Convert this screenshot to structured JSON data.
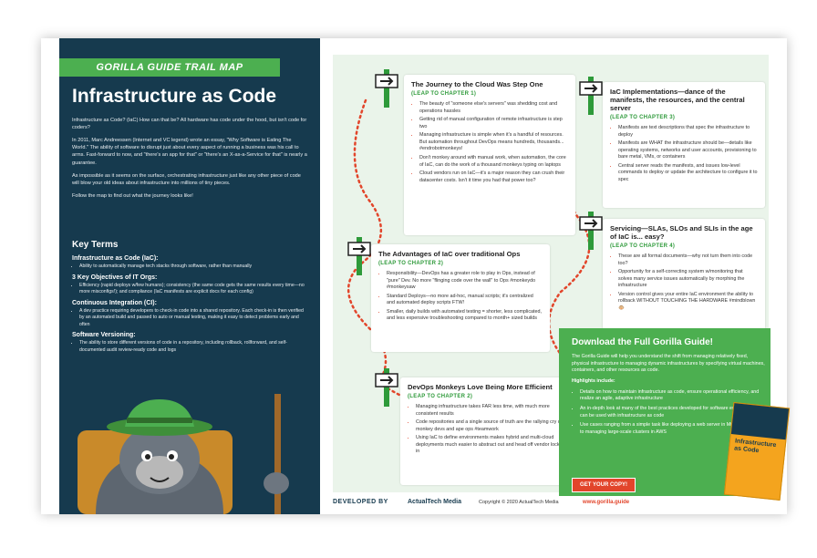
{
  "banner": "GORILLA GUIDE TRAIL MAP",
  "title": "Infrastructure as Code",
  "intro": [
    "Infrastructure as Code? (IaC) How can that be? All hardware has code under the hood, but isn't code for coders?",
    "In 2011, Marc Andreessen (Internet and VC legend) wrote an essay, \"Why Software is Eating The World.\" The ability of software to disrupt just about every aspect of running a business was his call to arms. Fast-forward to now, and \"there's an app for that\" or \"there's an X-as-a-Service for that\" is nearly a guarantee.",
    "As impossible as it seems on the surface, orchestrating infrastructure just like any other piece of code will blow your old ideas about infrastructure into millions of tiny pieces.",
    "Follow the map to find out what the journey looks like!"
  ],
  "key_terms": {
    "title": "Key Terms",
    "items": [
      {
        "heading": "Infrastructure as Code (IaC):",
        "text": "Ability to automatically manage tech stacks through software, rather than manually"
      },
      {
        "heading": "3 Key Objectives of IT Orgs:",
        "text": "Efficiency (rapid deploys w/few humans); consistency (the same code gets the same results every time—no more misconfigs!); and compliance (IaC manifests are explicit docs for each config)"
      },
      {
        "heading": "Continuous Integration (CI):",
        "text": "A dev practice requiring developers to check-in code into a shared repository. Each check-in is then verified by an automated build and passed to auto or manual testing, making it easy to detect problems early and often"
      },
      {
        "heading": "Software Versioning:",
        "text": "The ability to store different versions of code in a repository, including rollback, rollforward, and self-documented audit review-ready code and logs"
      }
    ]
  },
  "cards": {
    "c1": {
      "title": "The Journey to the Cloud Was Step One",
      "leap": "(LEAP TO CHAPTER 1)",
      "bullets": [
        "The beauty of \"someone else's servers\" was shedding cost and operations hassles",
        "Getting rid of manual configuration of remote infrastructure is step two",
        "Managing infrastructure is simple when it's a handful of resources. But automation throughout DevOps means hundreds, thousands... #endrobotmonkeys!",
        "Don't monkey around with manual work, when automation, the core of IaC, can do the work of a thousand monkeys typing on laptops",
        "Cloud vendors run on IaC—it's a major reason they can crush their datacenter costs. Isn't it time you had that power too?"
      ]
    },
    "c2": {
      "title": "The Advantages of IaC over traditional Ops",
      "leap": "(LEAP TO CHAPTER 2)",
      "bullets": [
        "Responsibility—DevOps has a greater role to play in Ops, instead of \"pure\" Dev. No more \"flinging code over the wall\" to Ops #monkeydo #monkeysaw",
        "Standard Deploys—no more ad-hoc, manual scripts; it's centralized and automated deploy scripts FTW!",
        "Smaller, daily builds with automated testing = shorter, less complicated, and less expensive troubleshooting compared to month+ sized builds"
      ]
    },
    "c3": {
      "title": "DevOps Monkeys Love Being More Efficient",
      "leap": "(LEAP TO CHAPTER 2)",
      "bullets": [
        "Managing infrastructure takes FAR less time, with much more consistent results",
        "Code repositories and a single source of truth are the rallying cry of monkey devs and ape ops #teamwork",
        "Using IaC to define environments makes hybrid and multi-cloud deployments much easier to abstract out and head off vendor lock-in"
      ]
    },
    "c4": {
      "title": "IaC Implementations—dance of the manifests, the resources, and the central server",
      "leap": "(LEAP TO CHAPTER 3)",
      "bullets": [
        "Manifests are text descriptions that spec the infrastructure to deploy",
        "Manifests are WHAT the infrastructure should be—details like operating systems, networks and user accounts, provisioning to bare metal, VMs, or containers",
        "Central server reads the manifests, and issues low-level commands to deploy or update the architecture to configure it to spec"
      ]
    },
    "c5": {
      "title": "Servicing—SLAs, SLOs and SLIs in the age of IaC is... easy?",
      "leap": "(LEAP TO CHAPTER 4)",
      "bullets": [
        "These are all formal documents—why not turn them into code too?",
        "Opportunity for a self-correcting system w/monitoring that solves many service issues automatically by morphing the infrastructure",
        "Version control gives your entire IaC environment the ability to rollback WITHOUT TOUCHING THE HARDWARE #mindblown 🐵"
      ]
    }
  },
  "download": {
    "title": "Download the Full Gorilla Guide!",
    "body": "The Gorilla Guide will help you understand the shift from managing relatively fixed, physical infrastructure to managing dynamic infrastructures by specifying virtual machines, containers, and other resources as code.",
    "highlights_label": "Highlights include:",
    "highlights": [
      "Details on how to maintain infrastructure as code, ensure operational efficiency, and realize an agile, adaptive infrastructure",
      "An in-depth look at many of the best practices developed for software engineering that can be used with infrastructure as code",
      "Use cases ranging from a simple task like deploying a web server in Microsoft Azure to managing large-scale clusters in AWS"
    ],
    "button": "GET YOUR COPY!",
    "book_title": "Infrastructure as Code"
  },
  "footer": {
    "developed_by": "DEVELOPED BY",
    "company": "ActualTech Media",
    "copyright": "Copyright © 2020 ActualTech Media",
    "url": "www.gorilla.guide"
  },
  "colors": {
    "navy": "#163a4e",
    "green": "#4caf50",
    "orange": "#e2452b",
    "map": "#eaf4ea"
  }
}
